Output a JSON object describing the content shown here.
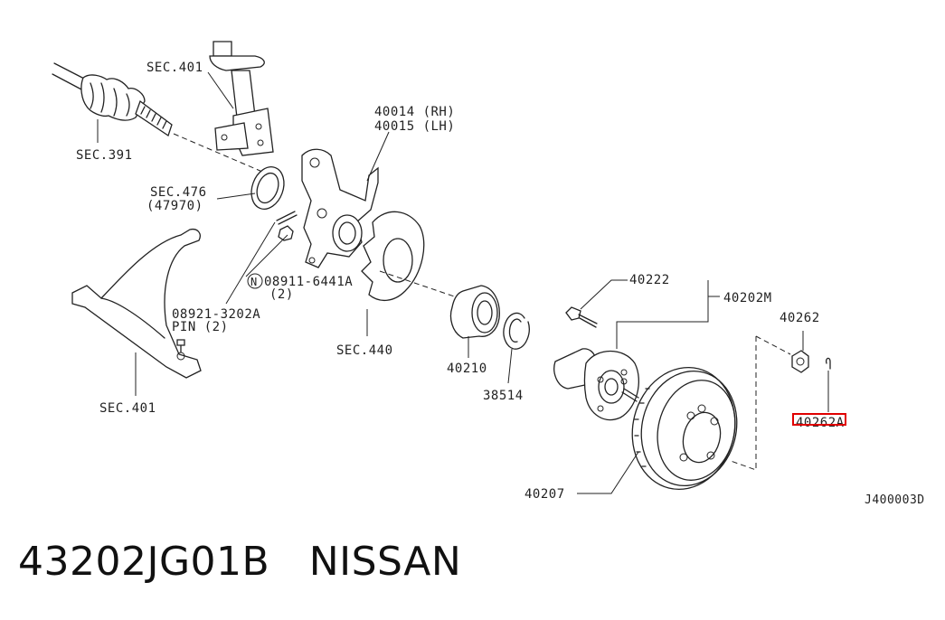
{
  "diagram": {
    "callouts": {
      "sec401_top": "SEC.401",
      "sec391": "SEC.391",
      "p40014": "40014 (RH)",
      "p40015": "40015 (LH)",
      "sec476": "SEC.476",
      "sec476_sub": "(47970)",
      "nut_code": "08911-6441A",
      "nut_qty": "(2)",
      "nut_symbol": "N",
      "pin_code": "08921-3202A",
      "pin_qty": "PIN (2)",
      "sec440": "SEC.440",
      "sec401_bottom": "SEC.401",
      "p40210": "40210",
      "p38514": "38514",
      "p40222": "40222",
      "p40202m": "40202M",
      "p40262": "40262",
      "p40262a": "40262A",
      "p40207": "40207",
      "drawing_id": "J400003D"
    },
    "highlight_color": "#e00000"
  },
  "caption": {
    "part_number": "43202JG01B",
    "brand": "NISSAN"
  }
}
